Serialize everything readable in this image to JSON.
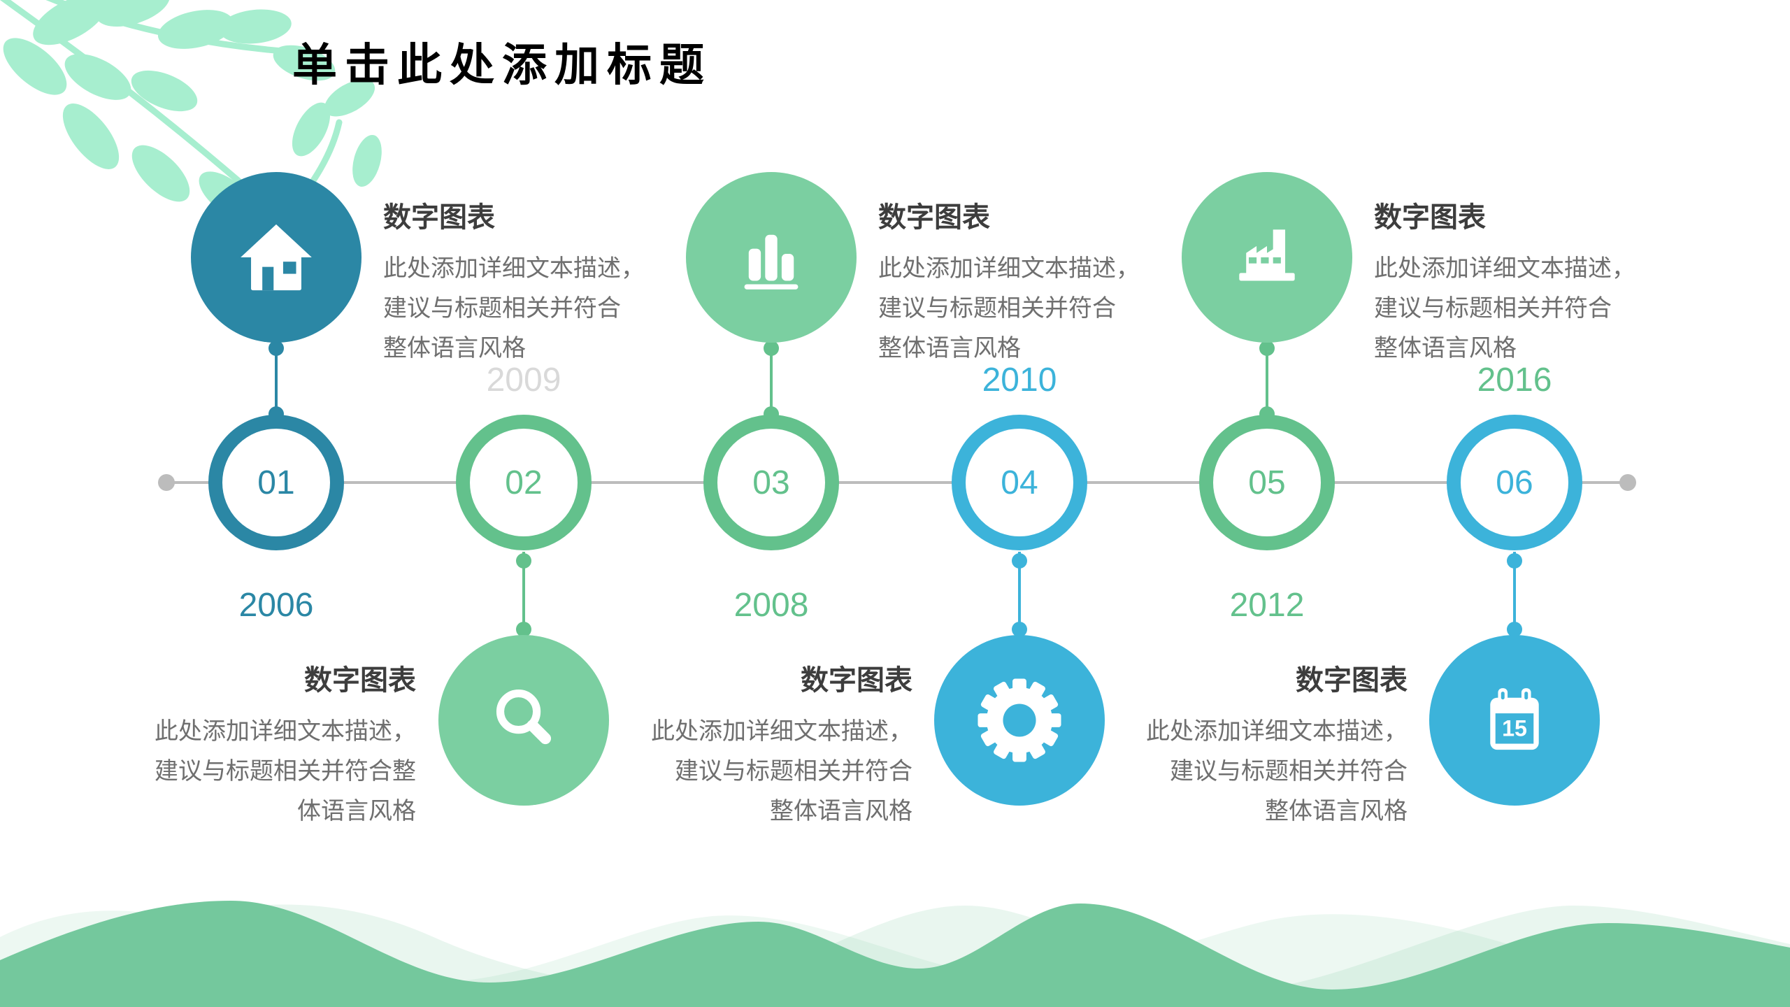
{
  "title": "单击此处添加标题",
  "colors": {
    "teal": "#2b87a5",
    "green": "#63c18c",
    "green_light": "#7bcfa1",
    "blue": "#3cb3da",
    "axis_gray": "#bcbcbc",
    "muted_year_gray": "#d9d9d9",
    "heading_text": "#3d3d3d",
    "body_text": "#6f6f6f",
    "leaf_mint": "#a7eecf",
    "wave_green": "#74c89d"
  },
  "timeline": {
    "nodes": [
      {
        "number": "01",
        "year": "2006",
        "year_position": "below",
        "color": "#2b87a5"
      },
      {
        "number": "02",
        "year": "2009",
        "year_position": "above",
        "color": "#63c18c"
      },
      {
        "number": "03",
        "year": "2008",
        "year_position": "below",
        "color": "#63c18c"
      },
      {
        "number": "04",
        "year": "2010",
        "year_position": "above",
        "color": "#3cb3da"
      },
      {
        "number": "05",
        "year": "2012",
        "year_position": "below",
        "color": "#63c18c"
      },
      {
        "number": "06",
        "year": "2016",
        "year_position": "above",
        "color": "#63c18c"
      }
    ]
  },
  "cards": [
    {
      "icon": "home-icon",
      "heading": "数字图表",
      "body": "此处添加详细文本描述，\n建议与标题相关并符合\n整体语言风格"
    },
    {
      "icon": "bar-chart-icon",
      "heading": "数字图表",
      "body": "此处添加详细文本描述，\n建议与标题相关并符合\n整体语言风格"
    },
    {
      "icon": "factory-icon",
      "heading": "数字图表",
      "body": "此处添加详细文本描述，\n建议与标题相关并符合\n整体语言风格"
    },
    {
      "icon": "search-icon",
      "heading": "数字图表",
      "body": "此处添加详细文本描述，\n建议与标题相关并符合整\n体语言风格"
    },
    {
      "icon": "gear-icon",
      "heading": "数字图表",
      "body": "此处添加详细文本描述，\n建议与标题相关并符合\n整体语言风格"
    },
    {
      "icon": "calendar-icon",
      "heading": "数字图表",
      "body": "此处添加详细文本描述，\n建议与标题相关并符合\n整体语言风格",
      "calendar_day": "15"
    }
  ]
}
